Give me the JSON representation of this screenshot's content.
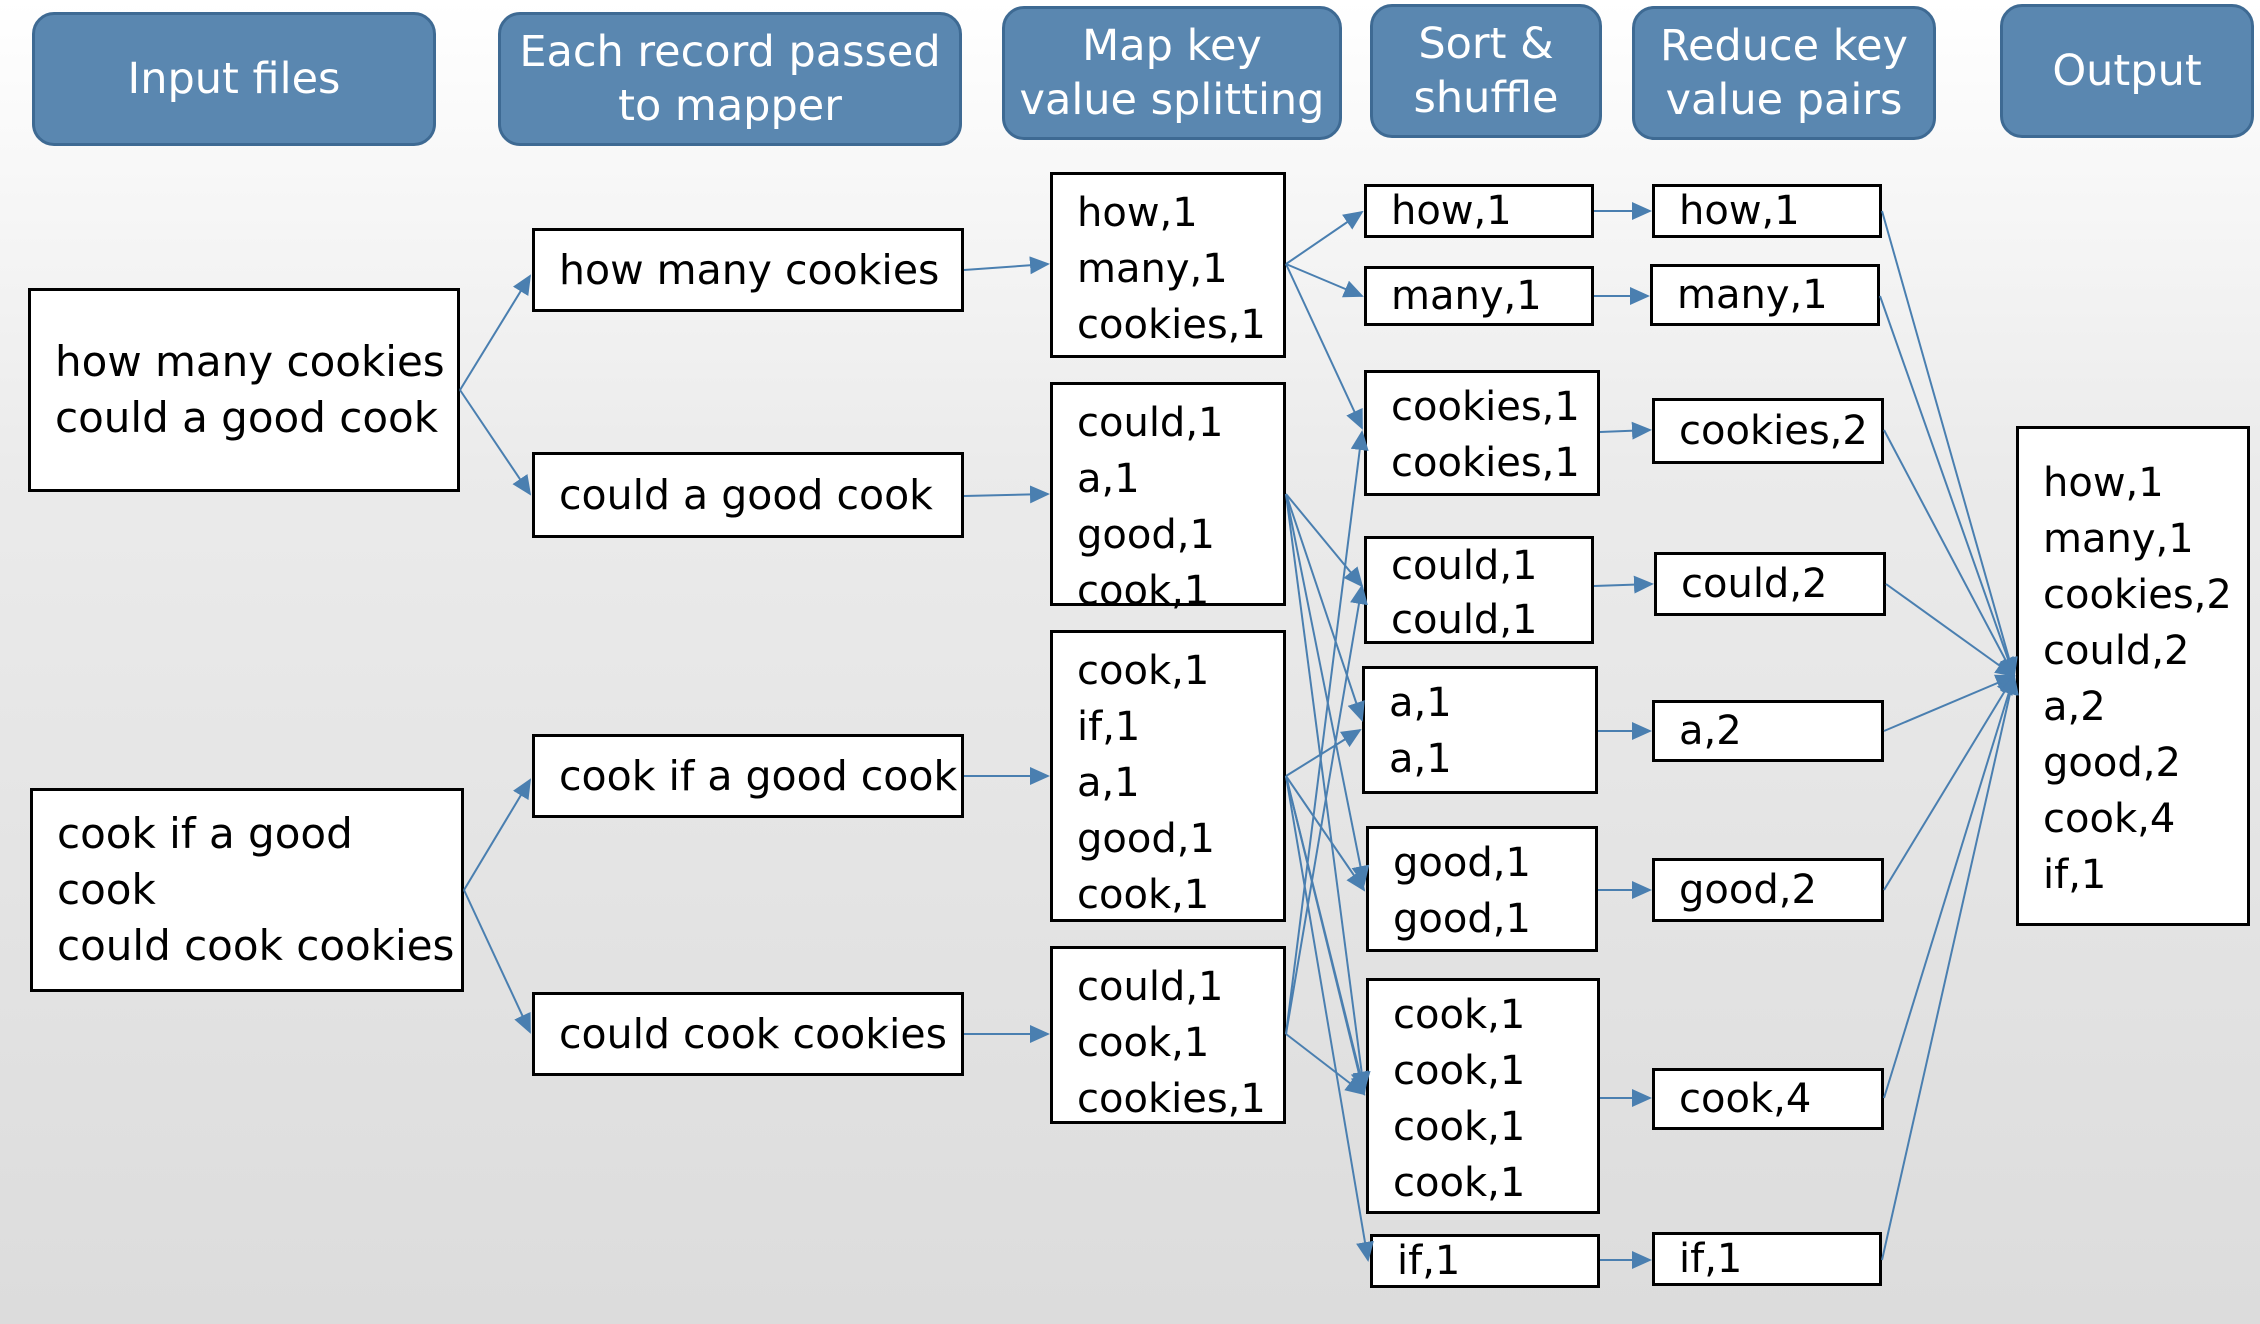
{
  "headers": {
    "input": "Input files",
    "record": "Each record passed\nto mapper",
    "map": "Map key\nvalue splitting",
    "sort": "Sort &\nshuffle",
    "reduce": "Reduce key\nvalue pairs",
    "output": "Output"
  },
  "input_files": [
    "how many cookies\ncould a good cook",
    "cook if a good cook\ncould cook cookies"
  ],
  "records": [
    "how many cookies",
    "could a good cook",
    "cook if a good cook",
    "could cook cookies"
  ],
  "map_outputs": [
    "how,1\nmany,1\ncookies,1",
    "could,1\na,1\ngood,1\ncook,1",
    "cook,1\nif,1\na,1\ngood,1\ncook,1",
    "could,1\ncook,1\ncookies,1"
  ],
  "shuffle": [
    "how,1",
    "many,1",
    "cookies,1\ncookies,1",
    "could,1\ncould,1",
    "a,1\na,1",
    "good,1\ngood,1",
    "cook,1\ncook,1\ncook,1\ncook,1",
    "if,1"
  ],
  "reduce": [
    "how,1",
    "many,1",
    "cookies,2",
    "could,2",
    "a,2",
    "good,2",
    "cook,4",
    "if,1"
  ],
  "output": "how,1\nmany,1\ncookies,2\ncould,2\na,2\ngood,2\ncook,4\nif,1",
  "colors": {
    "header_fill": "#5a87b0",
    "header_border": "#3e6a93",
    "arrow": "#4a7fb0"
  }
}
